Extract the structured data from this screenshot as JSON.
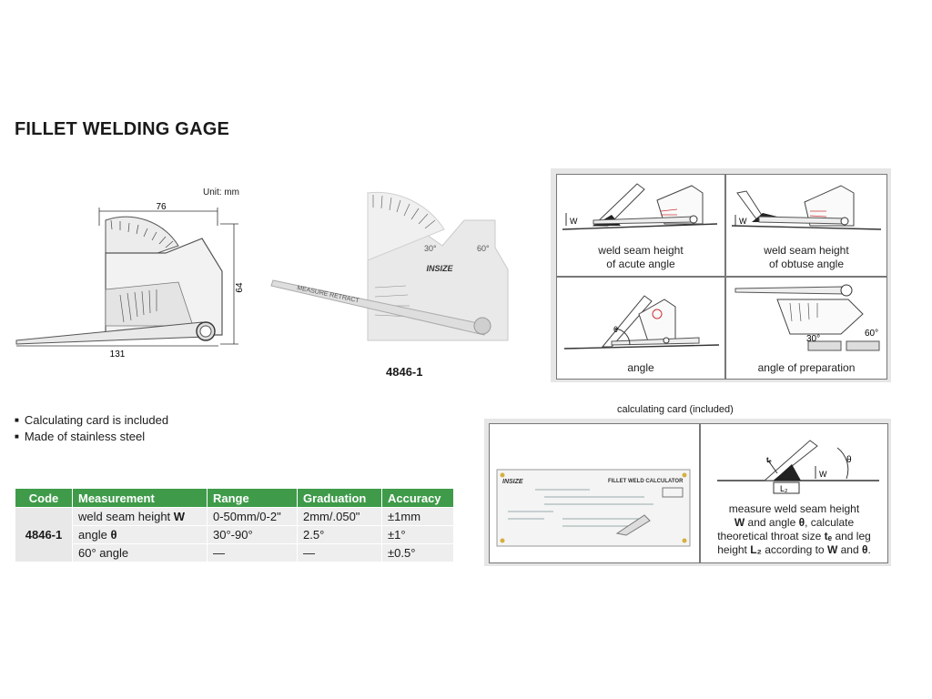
{
  "title": "FILLET WELDING GAGE",
  "unit_label": "Unit: mm",
  "dimensions": {
    "top": "76",
    "side": "64",
    "bottom": "131"
  },
  "photo": {
    "brand": "INSIZE",
    "mark_30": "30°",
    "mark_60": "60°",
    "arm_text": "MEASURE  RETRACT"
  },
  "model_number": "4846-1",
  "features": [
    "Calculating card is included",
    "Made of stainless steel"
  ],
  "table": {
    "headers": [
      "Code",
      "Measurement",
      "Range",
      "Graduation",
      "Accuracy"
    ],
    "code": "4846-1",
    "rows": [
      {
        "measurement": "weld seam height",
        "symbol": "W",
        "range": "0-50mm/0-2\"",
        "graduation": "2mm/.050\"",
        "accuracy": "±1mm"
      },
      {
        "measurement": "angle",
        "symbol": "θ",
        "range": "30°-90°",
        "graduation": "2.5°",
        "accuracy": "±1°"
      },
      {
        "measurement": "60° angle",
        "symbol": "",
        "range": "—",
        "graduation": "—",
        "accuracy": "±0.5°"
      }
    ]
  },
  "usage": [
    {
      "line1": "weld seam height",
      "line2": "of acute angle",
      "label": "W"
    },
    {
      "line1": "weld seam height",
      "line2": "of obtuse angle",
      "label": "W"
    },
    {
      "line1": "angle",
      "line2": "",
      "label": "θ"
    },
    {
      "line1": "angle of preparation",
      "line2": "",
      "label30": "30°",
      "label60": "60°"
    }
  ],
  "calc": {
    "caption": "calculating card (included)",
    "card_brand": "INSIZE",
    "card_title": "FILLET WELD CALCULATOR",
    "diagram": {
      "te": "tₑ",
      "w": "W",
      "theta": "θ",
      "l2": "L₂"
    },
    "desc": {
      "l1": "measure weld seam height",
      "w": "W",
      "and_angle": " and angle ",
      "theta": "θ",
      "calculate": ", calculate",
      "l3": "theoretical throat size ",
      "te": "tₑ",
      "and_leg": " and leg",
      "height": "height ",
      "l2": "L₂",
      "according": " according to ",
      "and": " and ",
      "period": "."
    }
  }
}
